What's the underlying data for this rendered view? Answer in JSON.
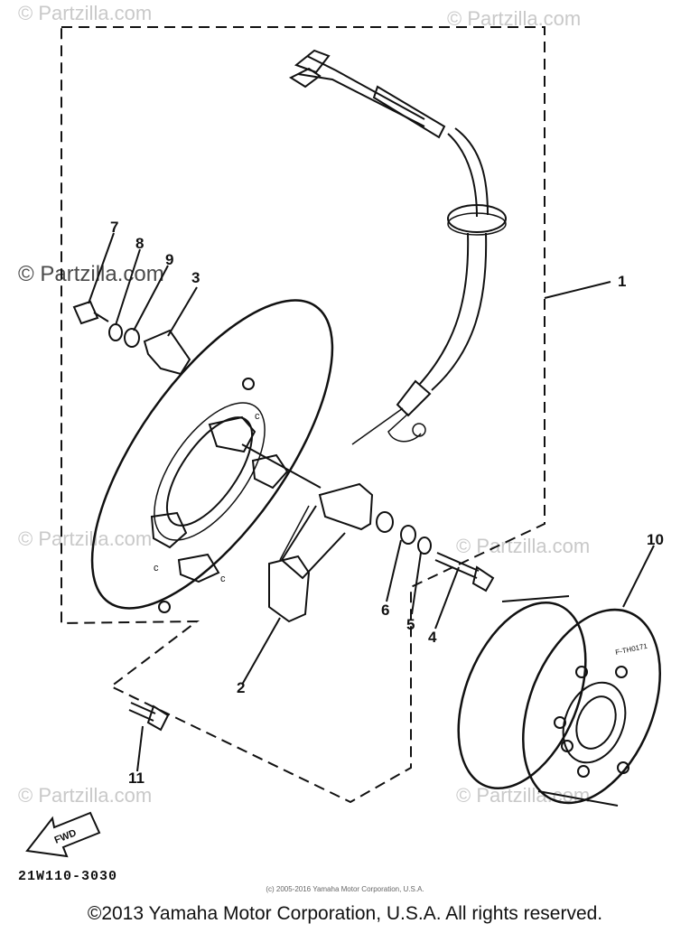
{
  "watermarks": {
    "light": "© Partzilla.com",
    "mid": "© Partzilla.com"
  },
  "callouts": [
    "1",
    "2",
    "3",
    "4",
    "5",
    "6",
    "7",
    "8",
    "9",
    "10",
    "11"
  ],
  "fwd_label": "FWD",
  "rotor_marking": "F-TH0171",
  "ref_code": "21W110-3030",
  "small_copyright": "(c) 2005-2016 Yamaha Motor Corporation, U.S.A.",
  "footer": "©2013 Yamaha Motor Corporation, U.S.A. All rights reserved."
}
